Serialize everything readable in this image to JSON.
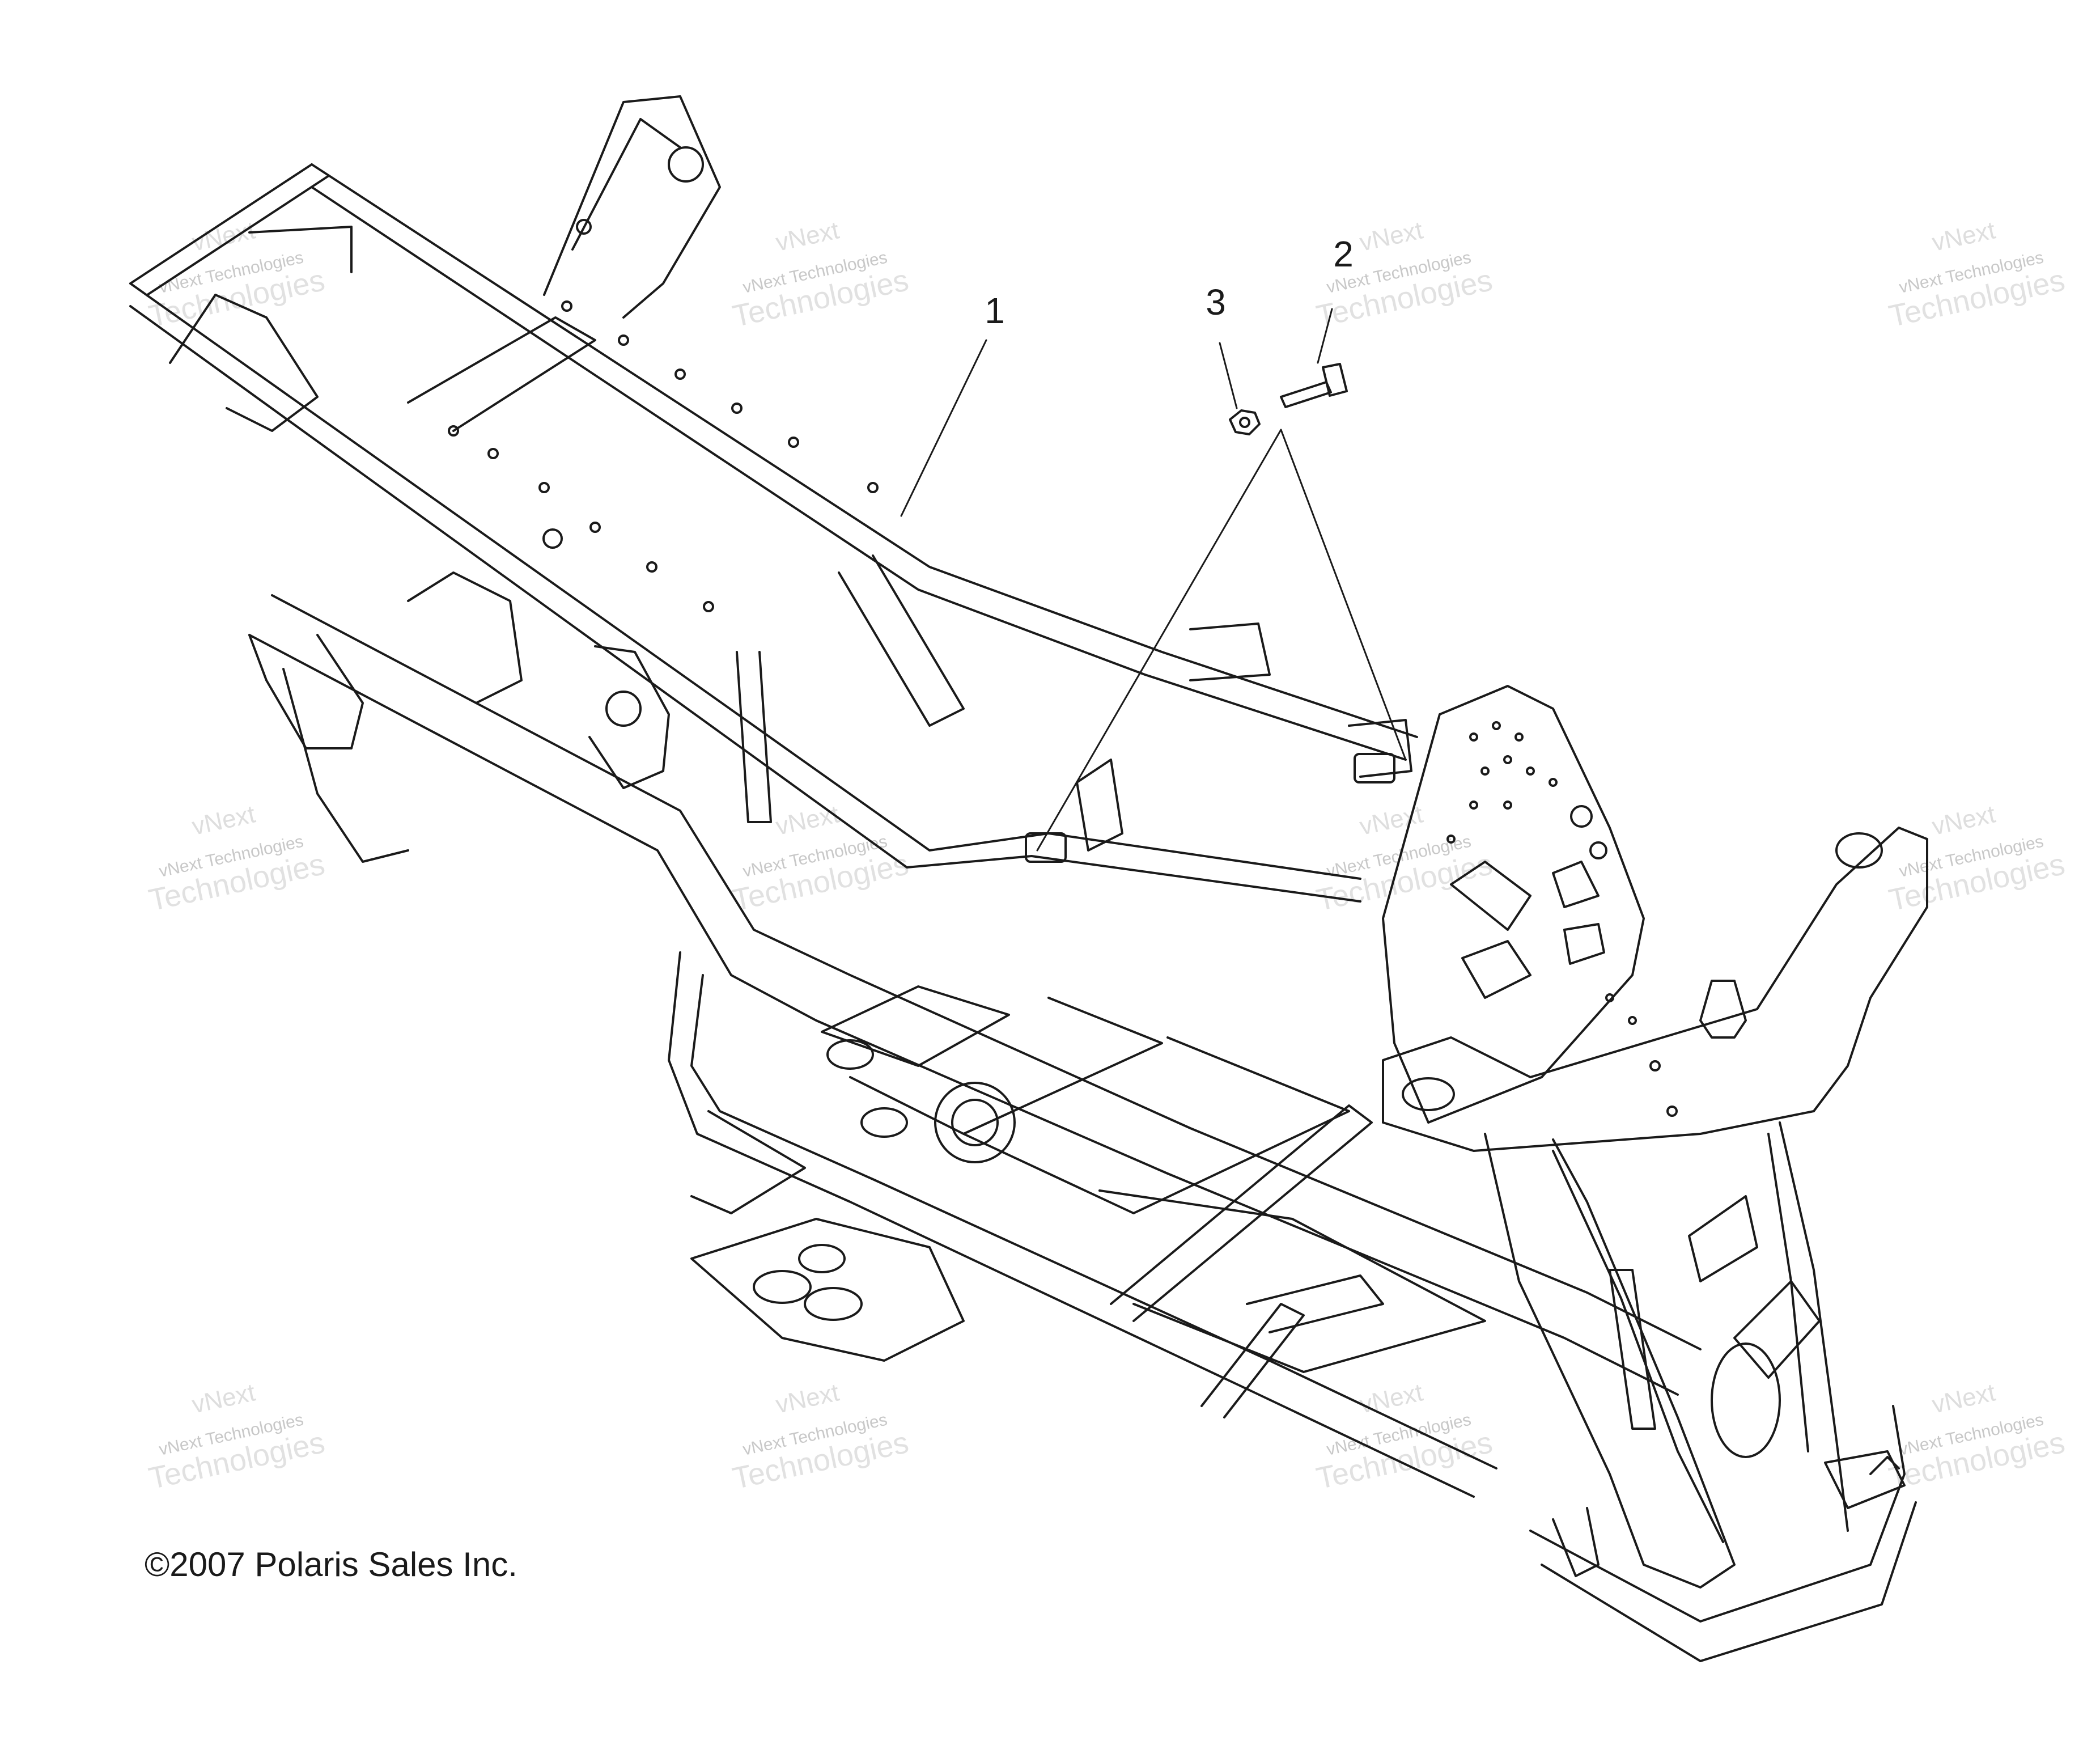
{
  "callouts": [
    {
      "number": "1",
      "part": "frame"
    },
    {
      "number": "2",
      "part": "bolt"
    },
    {
      "number": "3",
      "part": "nut"
    }
  ],
  "copyright": "©2007 Polaris Sales Inc.",
  "watermark": {
    "line1": "vNext",
    "line2": "vNext Technologies",
    "line3": "Technologies"
  },
  "colors": {
    "line": "#1a1a1a",
    "watermark": "#c8c8c8",
    "background": "#ffffff"
  }
}
